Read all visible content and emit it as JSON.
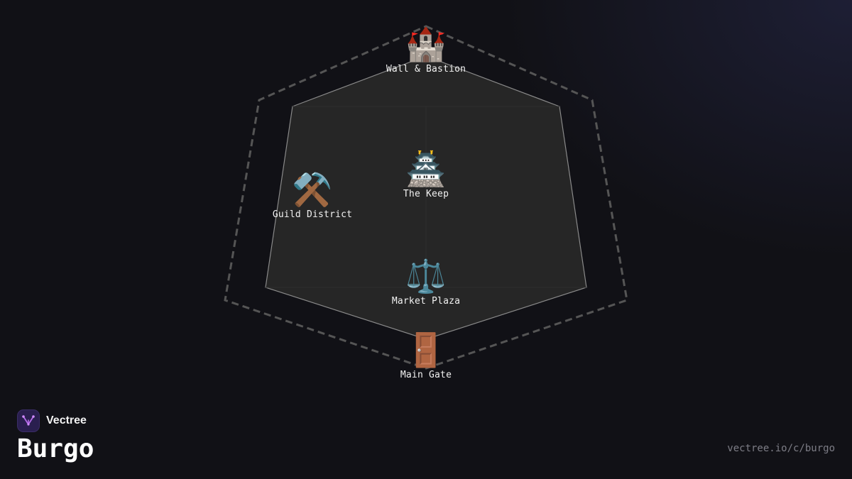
{
  "diagram": {
    "nodes": [
      {
        "id": "wall",
        "label": "Wall & Bastion",
        "icon": "castle-icon",
        "glyph": "🏰"
      },
      {
        "id": "keep",
        "label": "The Keep",
        "icon": "japanese-castle-icon",
        "glyph": "🏯"
      },
      {
        "id": "guild",
        "label": "Guild District",
        "icon": "hammer-and-pick-icon",
        "glyph": "⚒️"
      },
      {
        "id": "market",
        "label": "Market Plaza",
        "icon": "balance-scale-icon",
        "glyph": "⚖️"
      },
      {
        "id": "gate",
        "label": "Main Gate",
        "icon": "door-icon",
        "glyph": "🚪"
      }
    ]
  },
  "brand": {
    "name": "Vectree",
    "logo": "vectree-logo-icon"
  },
  "title": "Burgo",
  "url": "vectree.io/c/burgo",
  "colors": {
    "background": "#111116",
    "inner_fill": "#262626",
    "inner_stroke": "#8a8a8a",
    "outer_stroke": "#555555",
    "label": "#f2f2f2",
    "url": "#7d7d86",
    "logo_bg": "#2a1f4f",
    "logo_accent": "#b46ae8"
  }
}
